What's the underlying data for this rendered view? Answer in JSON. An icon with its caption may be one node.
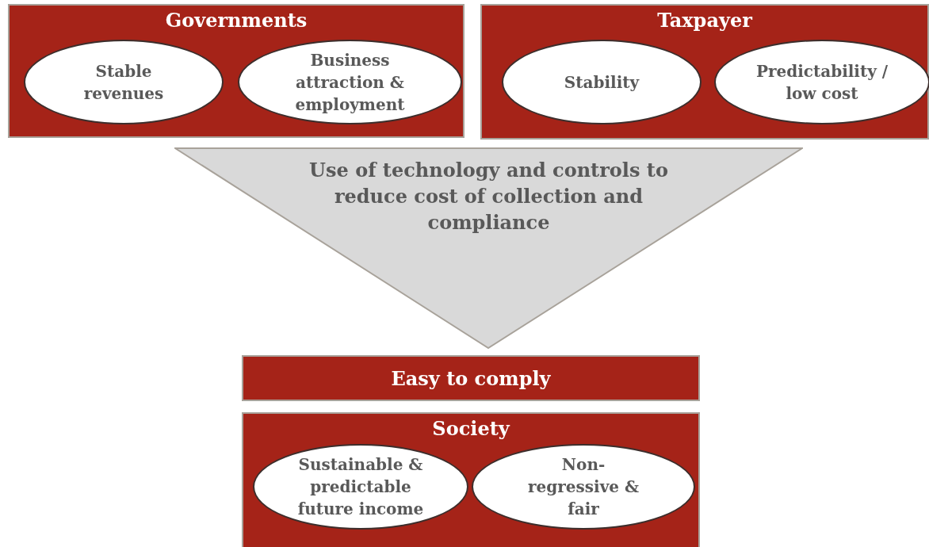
{
  "diagram": {
    "nodes": [
      {
        "text": [
          "Governments"
        ]
      },
      {
        "text": [
          "Stable revenues"
        ],
        "in": 0
      },
      {
        "text": [
          "Business attraction & employment"
        ],
        "in": 0
      },
      {
        "text": [
          "Taxpayer"
        ]
      },
      {
        "text": [
          "Stability"
        ],
        "in": 3
      },
      {
        "text": [
          "Predictability / low cost"
        ],
        "in": 3
      },
      {
        "text": [
          "Use of technology and controls to reduce cost of collection and compliance"
        ]
      },
      {
        "text": [
          "Easy to comply"
        ]
      },
      {
        "text": [
          "Society"
        ]
      },
      {
        "text": [
          "Sustainable & predictable future income"
        ],
        "in": 8
      },
      {
        "text": [
          "Non-regressive & fair"
        ],
        "in": 8
      }
    ],
    "edges": []
  }
}
